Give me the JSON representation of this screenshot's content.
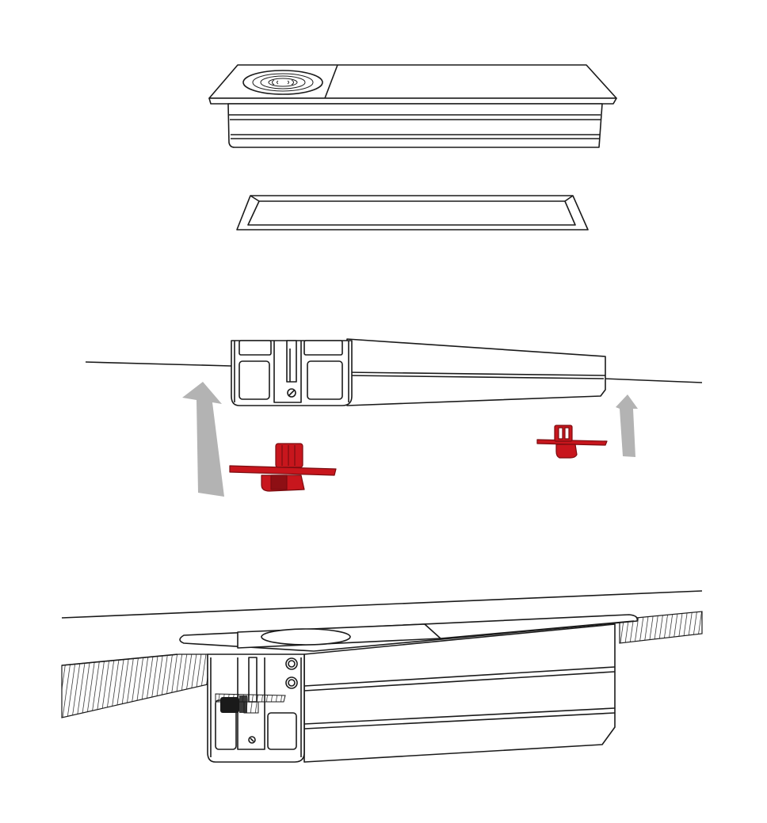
{
  "figure": {
    "kind": "installation-instruction-illustration",
    "colors": {
      "background": "#ffffff",
      "line": "#1a1a1a",
      "clip": "#c8161d",
      "clip_dark": "#8e0f14",
      "arrow": "#b3b3b3",
      "hatch": "#1a1a1a"
    },
    "steps": [
      {
        "step_name": "lid-above-cutout",
        "icon": "wireless-charger-icon"
      },
      {
        "step_name": "clips-pushed-up",
        "icon": "arrow-up-icon"
      },
      {
        "step_name": "installed-unit",
        "icon": "hatched-desk-section"
      }
    ]
  }
}
